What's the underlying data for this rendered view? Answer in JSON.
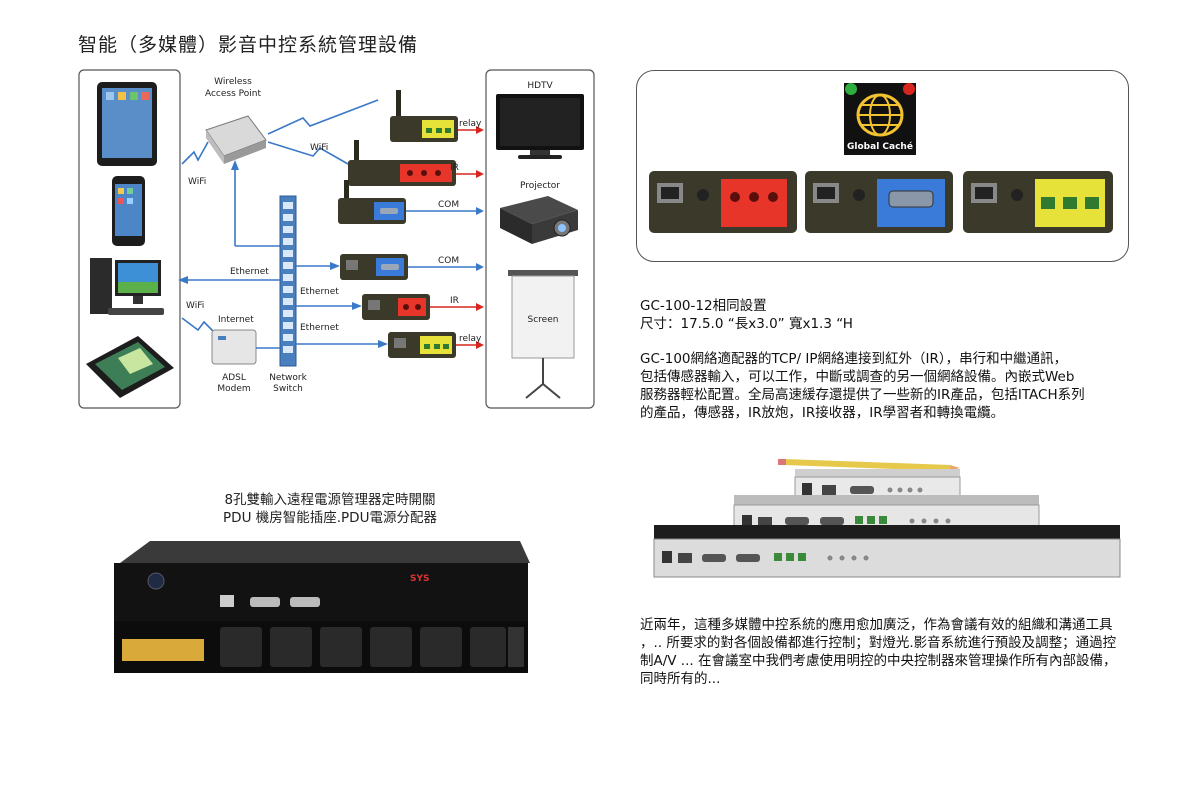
{
  "page": {
    "title": "智能（多媒體）影音中控系統管理設備"
  },
  "diagram": {
    "labels": {
      "wireless_ap": [
        "Wireless",
        "Access Point"
      ],
      "wifi_left": "WiFi",
      "wifi_right": "WiFi",
      "wifi_lower": "WiFi",
      "ethernet_left": "Ethernet",
      "ethernet_mid1": "Ethernet",
      "ethernet_mid2": "Ethernet",
      "internet": "Internet",
      "adsl": [
        "ADSL",
        "Modem"
      ],
      "switch": [
        "Network",
        "Switch"
      ],
      "relay1": "relay",
      "ir1": "IR",
      "com1": "COM",
      "com2": "COM",
      "ir2": "IR",
      "relay2": "relay",
      "hdtv": "HDTV",
      "projector": "Projector",
      "screen": "Screen"
    }
  },
  "gc_panel": {
    "logo_text": "Global Caché"
  },
  "gc_spec": {
    "model": "GC-100-12相同設置",
    "size": "尺寸：17.5.0 “長x3.0” 寬x1.3 “H"
  },
  "gc_desc": {
    "lines": [
      "GC-100網絡適配器的TCP/ IP網絡連接到紅外（IR），串行和中繼通訊，",
      "包括傳感器輸入，可以工作，中斷或調查的另一個網絡設備。內嵌式Web",
      "服務器輕松配置。全局高速緩存還提供了一些新的IR產品，包括ITACH系列",
      "的產品，傳感器，IR放炮，IR接收器，IR學習者和轉換電纜。"
    ]
  },
  "pdu": {
    "title_line1": "8孔雙輸入遠程電源管理器定時開關",
    "title_line2": "PDU 機房智能插座.PDU電源分配器",
    "brand": "SYS"
  },
  "bottom_desc": {
    "lines": [
      "近兩年，這種多媒體中控系統的應用愈加廣泛，作為會議有效的組織和溝通工具",
      "，.. 所要求的對各個設備都進行控制；對燈光.影音系統進行預設及調整；通過控",
      "制A/V ... 在會議室中我們考慮使用明控的中央控制器來管理操作所有內部設備，",
      "同時所有的..."
    ]
  },
  "colors": {
    "line_blue": "#3a78c8",
    "arrow_red": "#d8261f",
    "module_red": "#e8352a",
    "module_blue": "#3a7ad8",
    "module_yellow": "#e6e23a",
    "device_olive": "#3b3a2a"
  }
}
